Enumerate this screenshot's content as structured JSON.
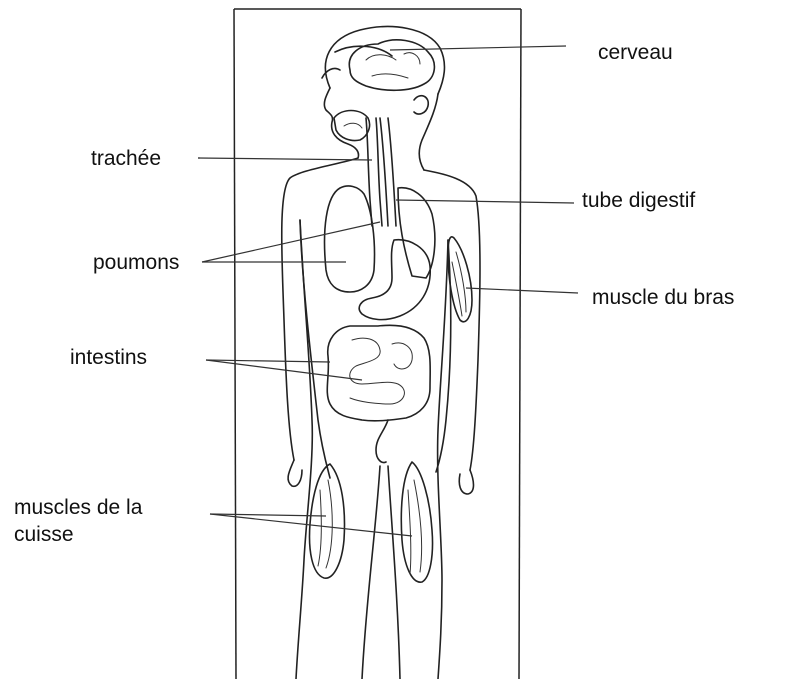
{
  "labels": {
    "cerveau": "cerveau",
    "trachee": "trachée",
    "tube_digestif": "tube digestif",
    "poumons": "poumons",
    "muscle_bras": "muscle du bras",
    "intestins": "intestins",
    "muscles_cuisse_line1": "muscles de la",
    "muscles_cuisse_line2": "cuisse"
  }
}
